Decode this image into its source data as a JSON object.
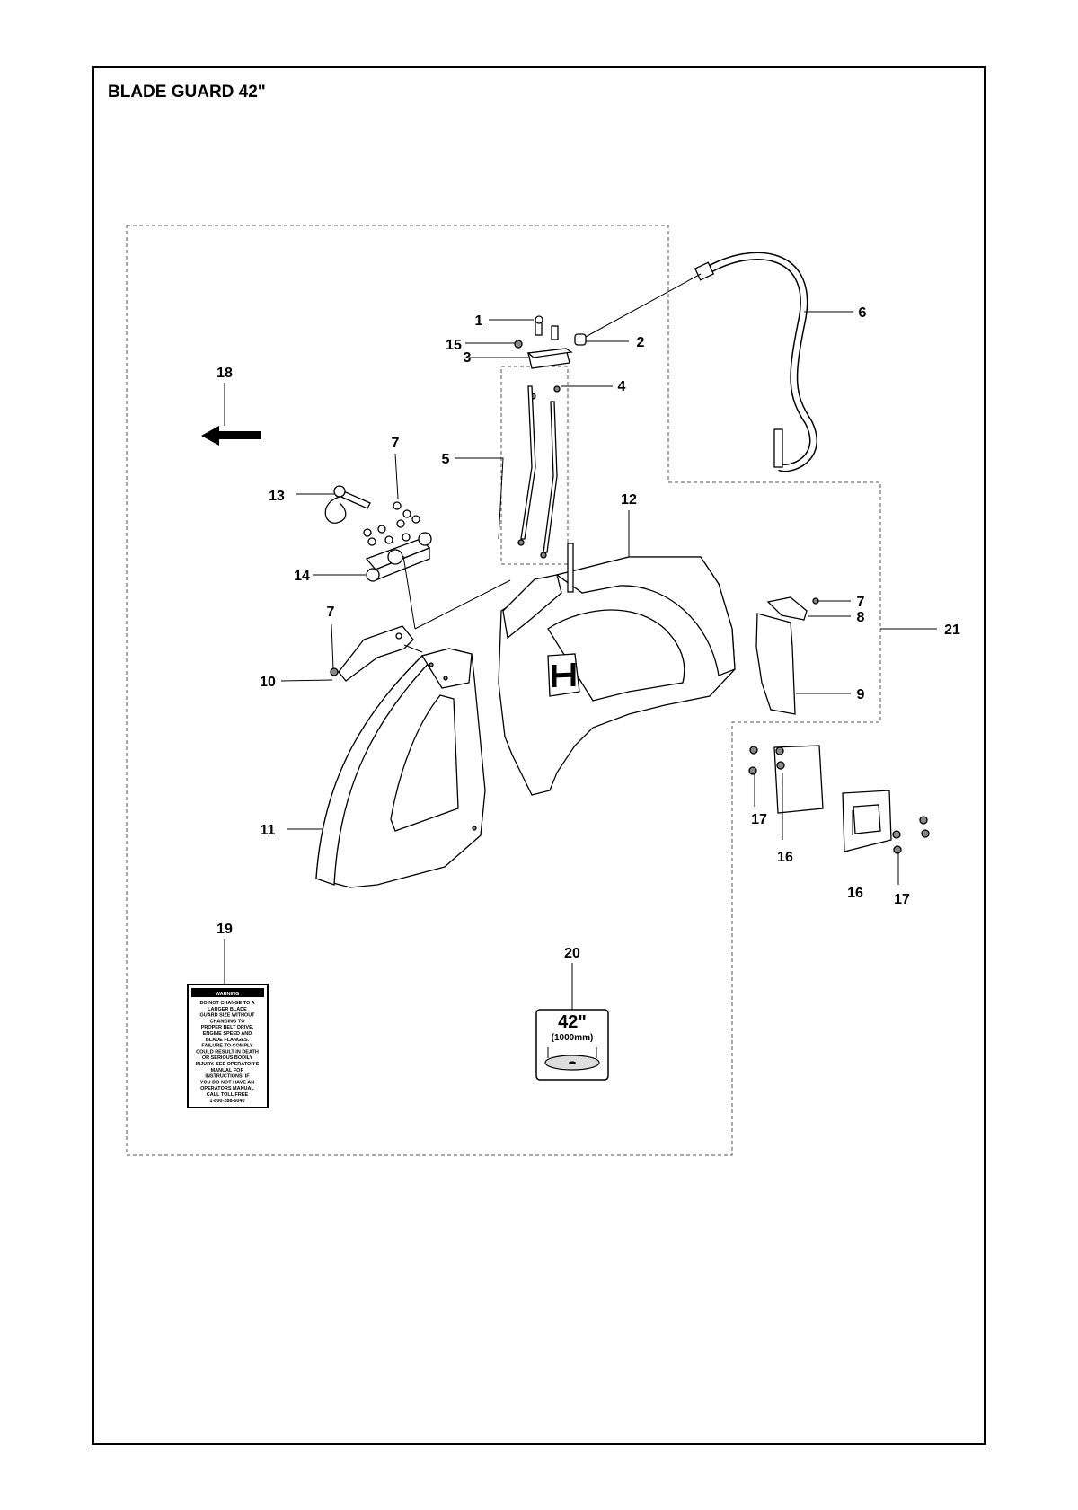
{
  "title": "BLADE GUARD 42\"",
  "callouts": {
    "c1": "1",
    "c2": "2",
    "c3": "3",
    "c4": "4",
    "c5": "5",
    "c6": "6",
    "c7a": "7",
    "c7b": "7",
    "c7c": "7",
    "c8": "8",
    "c9": "9",
    "c10": "10",
    "c11": "11",
    "c12": "12",
    "c13": "13",
    "c14": "14",
    "c15": "15",
    "c16a": "16",
    "c16b": "16",
    "c17a": "17",
    "c17b": "17",
    "c18": "18",
    "c19": "19",
    "c20": "20",
    "c21": "21"
  },
  "decal_warning": {
    "header": "WARNING",
    "lines": [
      "DO NOT CHANGE TO A",
      "LARGER BLADE",
      "GUARD SIZE WITHOUT",
      "CHANGING TO",
      "PROPER BELT DRIVE,",
      "ENGINE SPEED AND",
      "BLADE FLANGES.",
      "FAILURE TO COMPLY",
      "COULD RESULT IN DEATH",
      "OR SERIOUS BODILY",
      "INJURY. SEE OPERATOR'S",
      "MANUAL FOR",
      "INSTRUCTIONS. IF",
      "YOU DO NOT HAVE AN",
      "OPERATORS MANUAL",
      "CALL TOLL FREE",
      "1-800-288-5040"
    ]
  },
  "decal_size": {
    "size_in": "42\"",
    "size_mm": "(1000mm)"
  }
}
